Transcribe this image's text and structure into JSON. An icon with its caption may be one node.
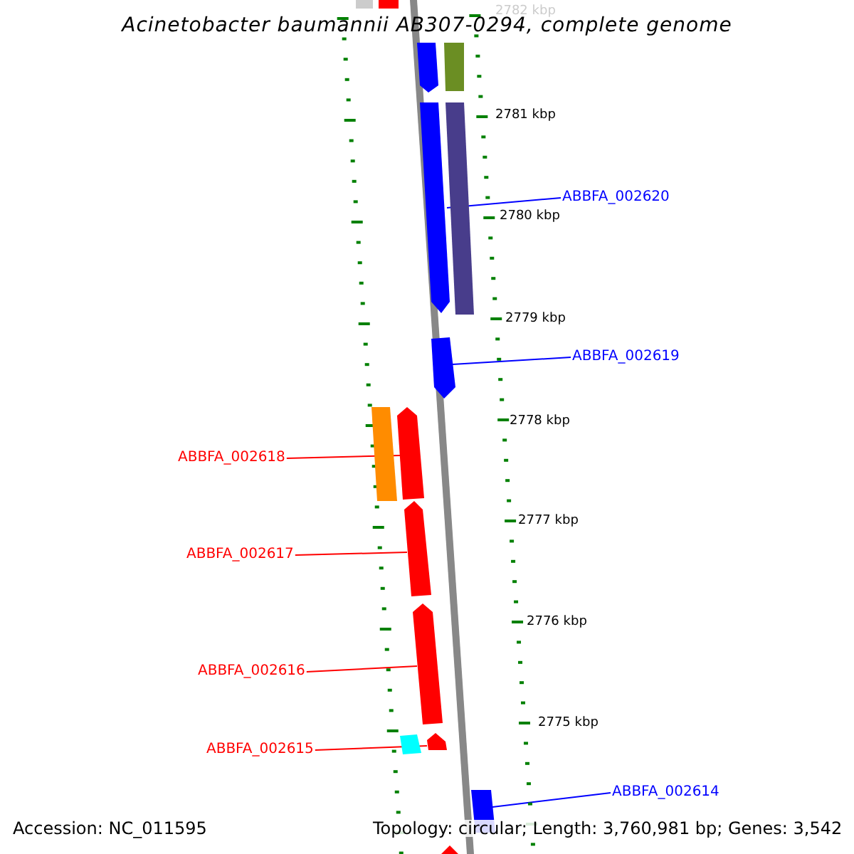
{
  "diagram": {
    "title": "Acinetobacter baumannii AB307-0294, complete genome",
    "nodes": [
      {
        "text": [
          "ABBFA_002620"
        ]
      },
      {
        "text": [],
        "shape": "bar"
      },
      {
        "text": [
          "ABBFA_002619"
        ]
      },
      {
        "text": [],
        "shape": "bar"
      },
      {
        "text": [
          "ABBFA_002618"
        ]
      },
      {
        "text": [],
        "shape": "bar"
      },
      {
        "text": [
          "ABBFA_002617"
        ]
      },
      {
        "text": [],
        "shape": "bar"
      },
      {
        "text": [
          "ABBFA_002616"
        ]
      },
      {
        "text": [],
        "shape": "bar"
      },
      {
        "text": [
          "ABBFA_002615"
        ]
      },
      {
        "text": [],
        "shape": "bar"
      },
      {
        "text": [
          "ABBFA_002614"
        ]
      },
      {
        "text": [],
        "shape": "bar"
      },
      {
        "text": [],
        "shape": "bar"
      },
      {
        "text": [],
        "shape": "bar"
      },
      {
        "text": [],
        "shape": "bar"
      },
      {
        "text": [],
        "shape": "bar"
      },
      {
        "text": [],
        "shape": "bar"
      },
      {
        "text": [],
        "shape": "bar"
      },
      {
        "text": [],
        "shape": "bar"
      },
      {
        "text": [],
        "shape": "bar"
      }
    ],
    "edges": [
      {
        "from": 0,
        "to": 1,
        "arrow": "none",
        "color": "#0000ff"
      },
      {
        "from": 2,
        "to": 3,
        "arrow": "none",
        "color": "#0000ff"
      },
      {
        "from": 4,
        "to": 5,
        "arrow": "none"
      },
      {
        "from": 6,
        "to": 7,
        "arrow": "none"
      },
      {
        "from": 8,
        "to": 9,
        "arrow": "none"
      },
      {
        "from": 10,
        "to": 11,
        "arrow": "none"
      },
      {
        "from": 12,
        "to": 13,
        "arrow": "none",
        "color": "#0000ff"
      }
    ],
    "labels": [
      "2782 kbp",
      "2781 kbp",
      "2780 kbp",
      "2779 kbp",
      "2778 kbp",
      "2777 kbp",
      "2776 kbp",
      "2775 kbp",
      "Accession: NC_011595",
      "Topology: circular; Length: 3,760,981 bp; Genes: 3,542"
    ]
  }
}
